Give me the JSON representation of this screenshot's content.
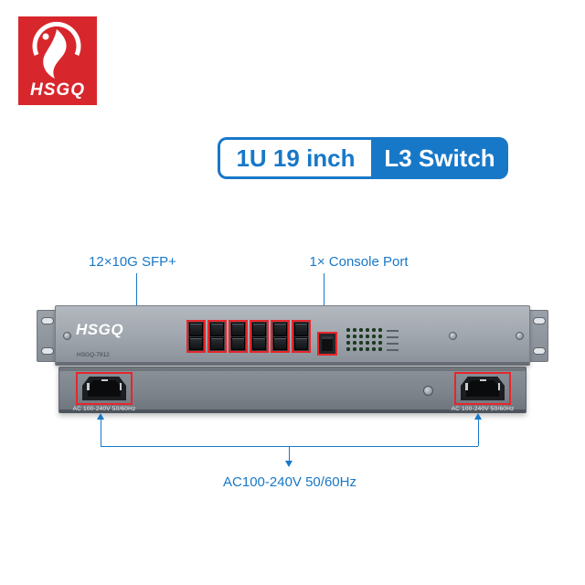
{
  "brand": {
    "logo_text": "HSGQ"
  },
  "banner": {
    "left": "1U 19 inch",
    "right": "L3 Switch"
  },
  "annotations": {
    "sfp": "12×10G SFP+",
    "console": "1× Console Port",
    "power": "AC100-240V 50/60Hz"
  },
  "front_panel": {
    "brand": "HSGQ",
    "model": "HSGQ-7912",
    "sfp_cages": 6,
    "ports_per_cage": 2,
    "led_rows": 4,
    "led_cols": 6
  },
  "rear_panel": {
    "power_label_left": "AC 100-240V 50/60Hz",
    "power_label_right": "AC 100-240V 50/60Hz"
  },
  "colors": {
    "accent_blue": "#1878C8",
    "brand_red": "#D7272C",
    "highlight_red": "#E8262A",
    "led_green": "#1d4023"
  }
}
